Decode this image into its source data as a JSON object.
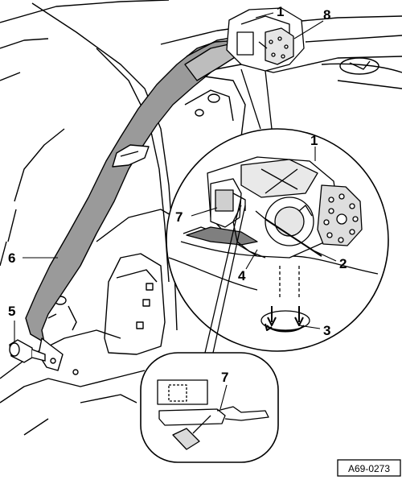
{
  "figure": {
    "id_label": "A69-0273",
    "callouts": [
      {
        "key": "c1_top",
        "text": "1"
      },
      {
        "key": "c8",
        "text": "8"
      },
      {
        "key": "c1_detail",
        "text": "1"
      },
      {
        "key": "c7_detail",
        "text": "7"
      },
      {
        "key": "c2",
        "text": "2"
      },
      {
        "key": "c6",
        "text": "6"
      },
      {
        "key": "c4",
        "text": "4"
      },
      {
        "key": "c3",
        "text": "3"
      },
      {
        "key": "c5",
        "text": "5"
      },
      {
        "key": "c7_inset",
        "text": "7"
      }
    ]
  },
  "colors": {
    "line": "#000000",
    "belt_fill": "#9a9a9a",
    "body_fill": "#ffffff",
    "shade": "#cfcfcf"
  }
}
